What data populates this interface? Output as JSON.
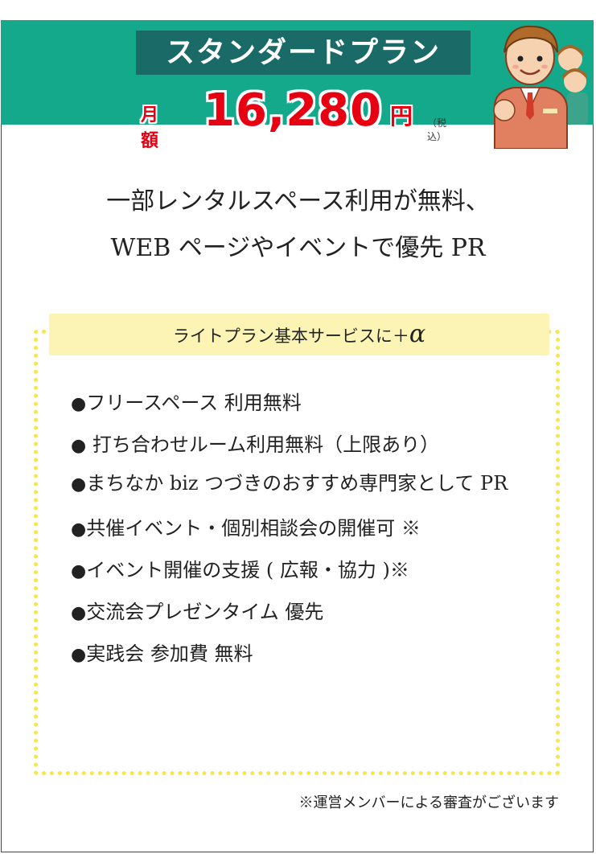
{
  "header": {
    "plan_name": "スタンダードプラン",
    "price_label": "月額",
    "price_value": "16,280",
    "price_unit": "円",
    "tax_note": "（税込）",
    "mascot_icon": "staff-illustration-icon",
    "colors": {
      "band": "#14a98b",
      "tag": "#1a6b67",
      "price": "#e60012"
    }
  },
  "headline": {
    "line1": "一部レンタルスペース利用が無料、",
    "line2": "WEB ページやイベントで優先 PR"
  },
  "banner": {
    "text": "ライトプラン基本サービスに＋",
    "alpha": "α"
  },
  "features": [
    "フリースペース 利用無料",
    " 打ち合わせルーム利用無料（上限あり）",
    "まちなか biz つづきのおすすめ専門家として PR",
    "共催イベント・個別相談会の開催可 ※",
    "イベント開催の支援 ( 広報・協力 )※",
    "交流会プレゼンタイム 優先",
    "実践会 参加費 無料"
  ],
  "bullet": "●",
  "footer_note": "※運営メンバーによる審査がございます"
}
